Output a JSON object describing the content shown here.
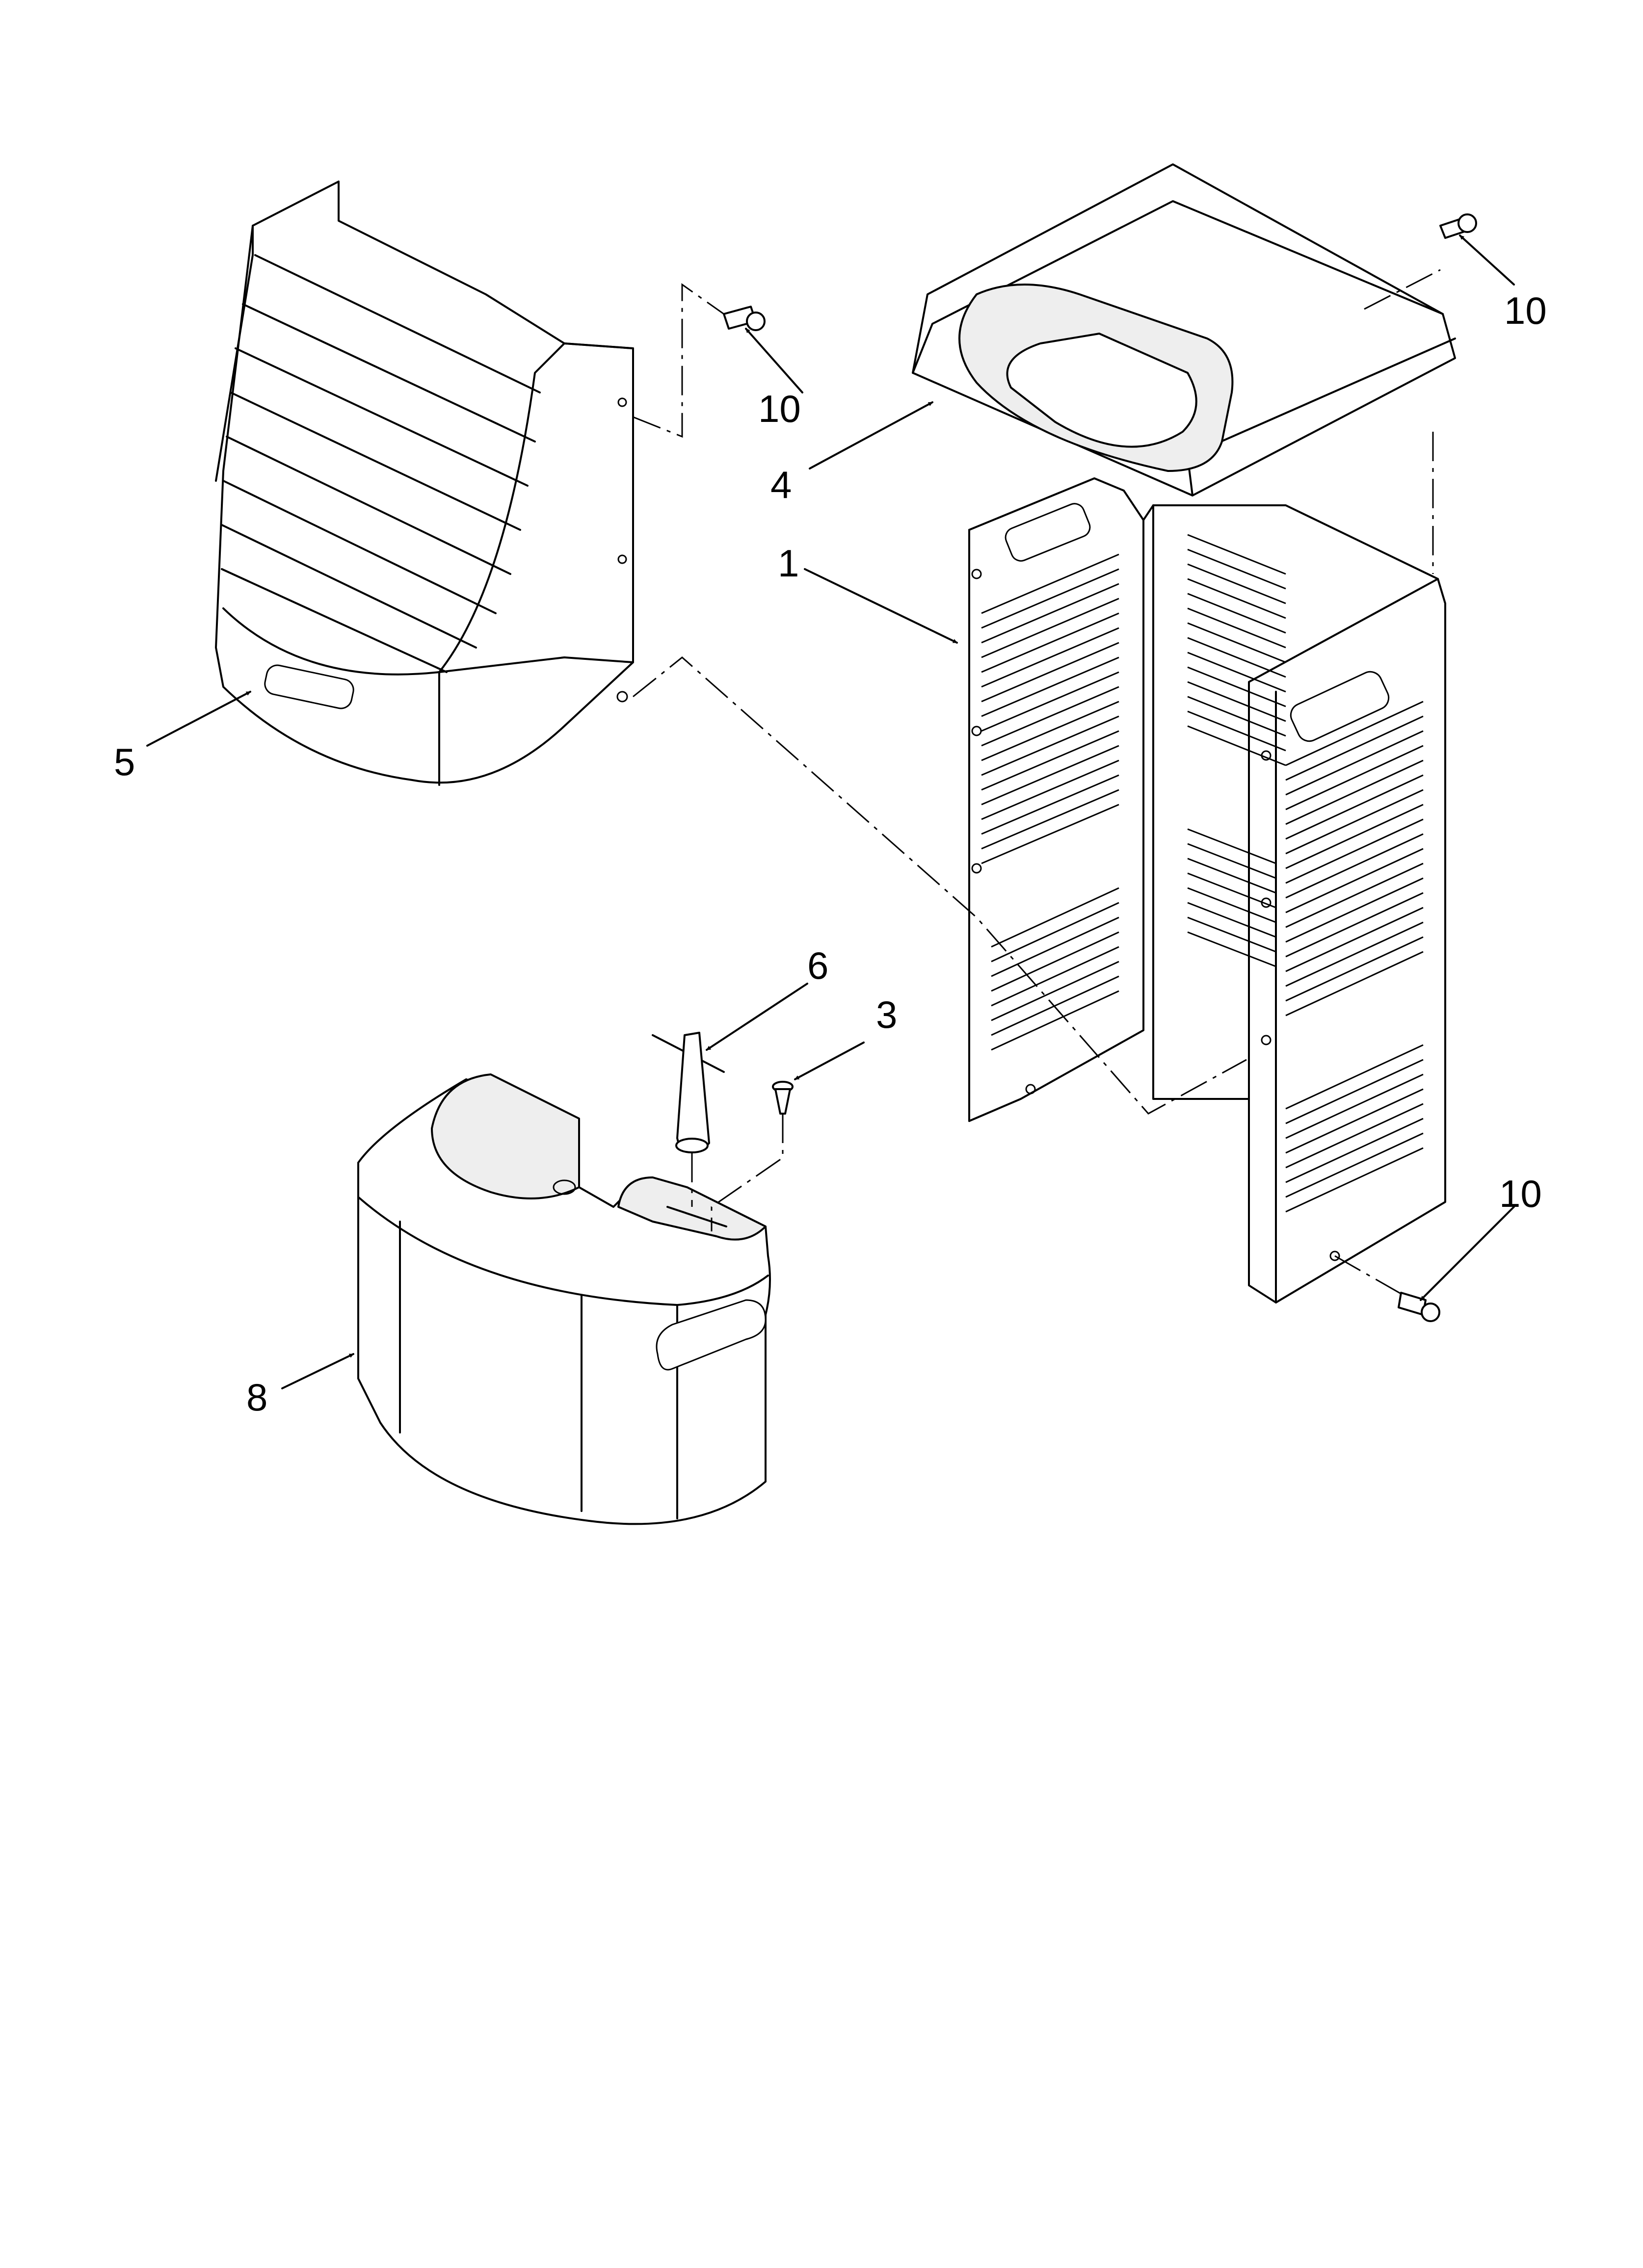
{
  "callouts": {
    "part_1": "1",
    "part_3": "3",
    "part_4": "4",
    "part_5": "5",
    "part_6": "6",
    "part_8": "8",
    "part_10_left": "10",
    "part_10_top_right": "10",
    "part_10_bottom_right": "10"
  }
}
